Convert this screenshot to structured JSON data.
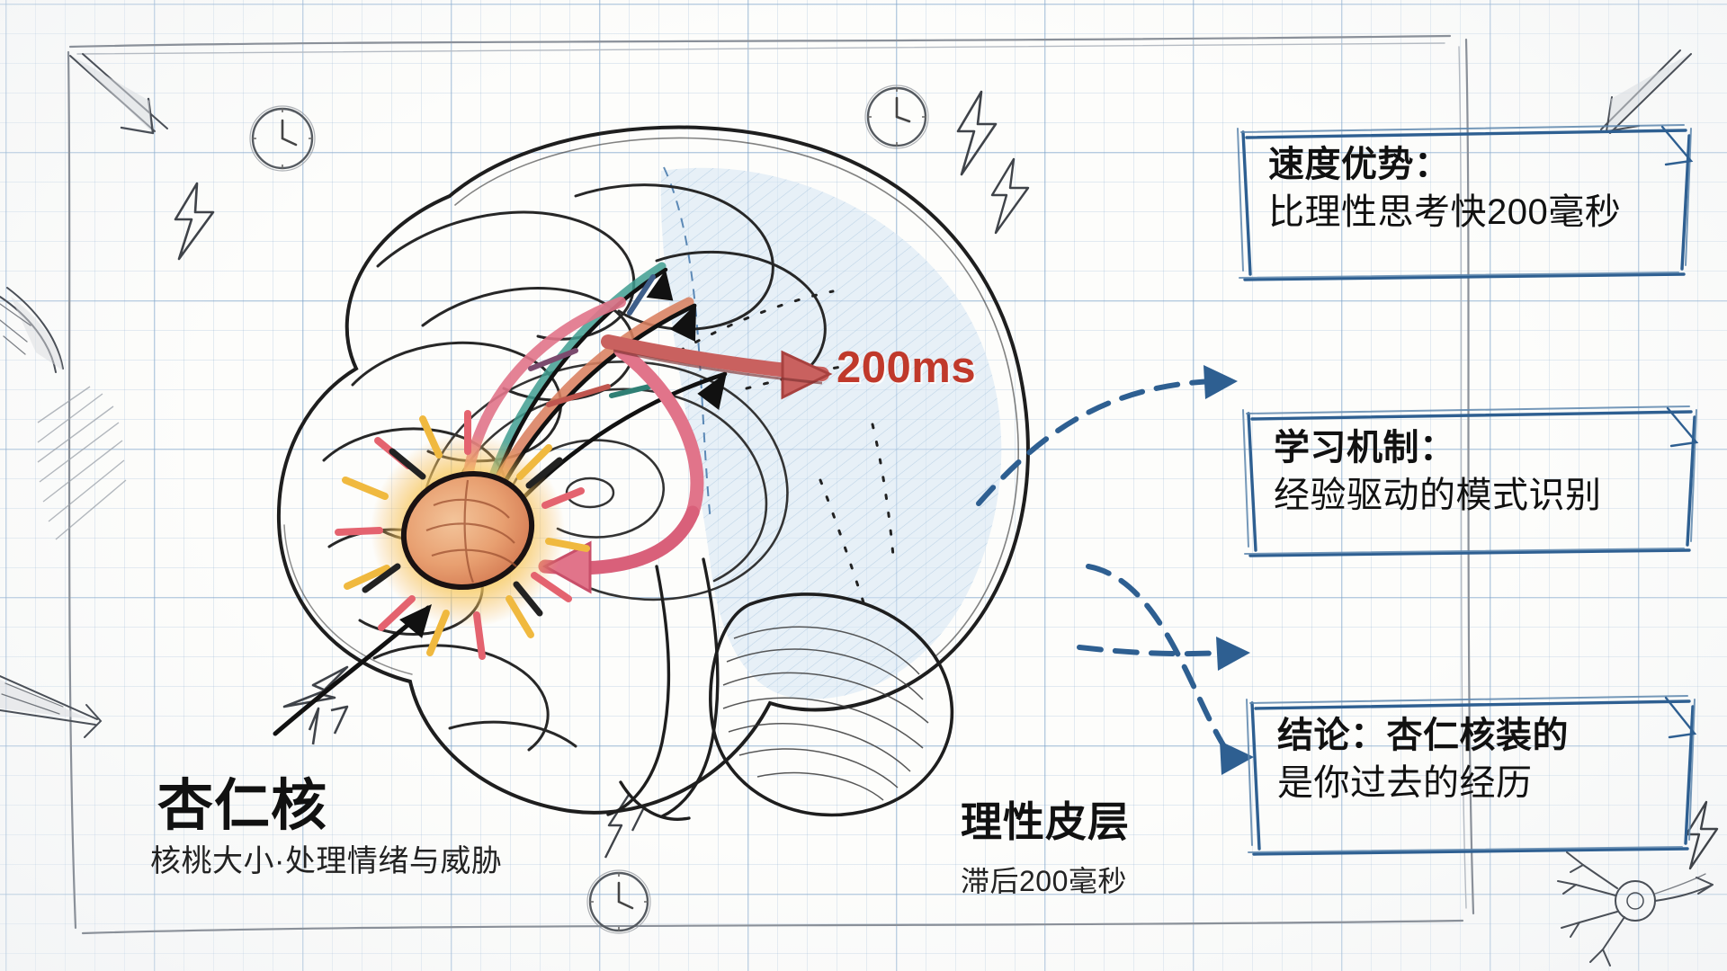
{
  "meta": {
    "kind": "hand-drawn whiteboard infographic",
    "subject": "amygdala vs rational cortex reaction speed",
    "background": "graph-paper sketch"
  },
  "colors": {
    "paper": "#fdfdfb",
    "grid_minor": "rgba(120,160,200,0.20)",
    "grid_major": "rgba(120,160,200,0.42)",
    "ink": "#1a1a1a",
    "box_border": "#2e5f91",
    "accent_red": "#c0392b",
    "arrow_pink": "#e1748a",
    "arrow_orange": "#d98060",
    "arrow_teal": "#3f9e90",
    "cortex_fill": "#cfe0ef",
    "amygdala_fill": "#e79b6d",
    "flash_yellow": "#f7d14a"
  },
  "callouts": [
    {
      "id": "speed-advantage",
      "title": "速度优势：",
      "body": "比理性思考快200毫秒"
    },
    {
      "id": "learning-mechanism",
      "title": "学习机制：",
      "body": "经验驱动的模式识别"
    },
    {
      "id": "conclusion",
      "title": "结论：杏仁核装的",
      "body": "是你过去的经历"
    }
  ],
  "labels": {
    "amygdala": {
      "title": "杏仁核",
      "subtitle": "核桃大小·处理情绪与威胁"
    },
    "cortex": {
      "title": "理性皮层",
      "subtitle": "滞后200毫秒"
    },
    "latency_badge": "200ms"
  },
  "decorations": {
    "clocks": 3,
    "lightning_bolts": 4,
    "inbound_arrows": 3,
    "neuron_sketch": 1
  }
}
